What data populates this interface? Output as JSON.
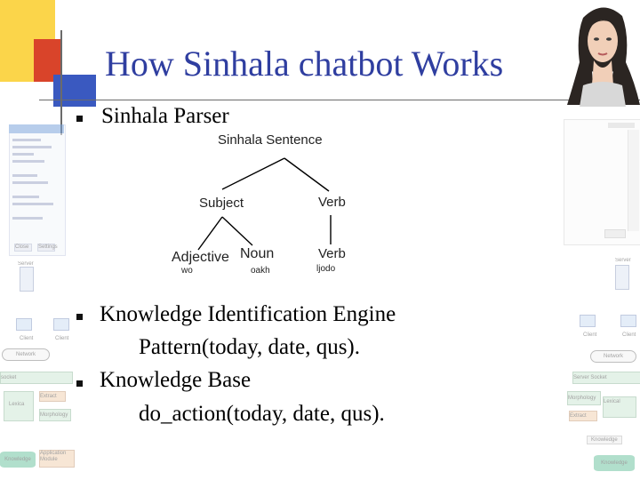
{
  "slide": {
    "title": "How Sinhala chatbot Works",
    "bullets": [
      {
        "main": "Sinhala Parser"
      },
      {
        "main": "Knowledge Identification Engine",
        "sub": "Pattern(today, date, qus)."
      },
      {
        "main": "Knowledge Base",
        "sub": "do_action(today, date, qus)."
      }
    ],
    "parse_tree": {
      "root": "Sinhala Sentence",
      "subject": "Subject",
      "verb": "Verb",
      "adjective": "Adjective",
      "noun": "Noun",
      "verb_leaf": "Verb",
      "adjective_word": "wo",
      "noun_word": "oakh",
      "verb_word": "ljodo"
    }
  },
  "decor": {
    "left_thumbnail_labels": {
      "button1": "Close",
      "button2": "Settings"
    },
    "left_diagram_labels": {
      "server": "Server",
      "client1": "Client",
      "client2": "Client",
      "network": "Network",
      "socket": "socket",
      "lexica": "Lexica",
      "morphology": "Morphology",
      "knowledge": "Knowledge",
      "application": "Application Module",
      "extract": "Extract"
    },
    "right_diagram_labels": {
      "server": "Server",
      "client1": "Client",
      "client2": "Client",
      "network": "Network",
      "socket": "Server Socket",
      "morphology": "Morphology",
      "lexical": "Lexical",
      "extract": "Extract",
      "knowledge": "Knowledge",
      "knowledge_base": "Knowledge"
    },
    "colors": {
      "title": "#2f3ea0",
      "yellow": "#fbd54a",
      "red": "#d9442a",
      "blue": "#3a59c0"
    }
  }
}
